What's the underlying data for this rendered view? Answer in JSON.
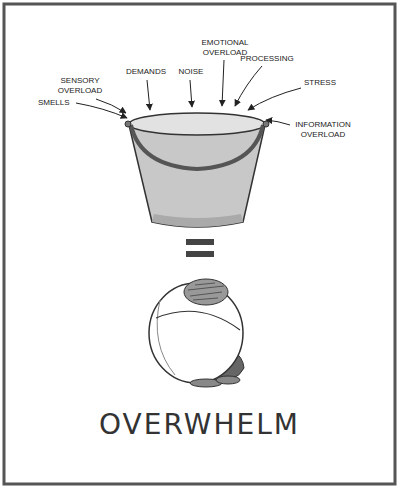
{
  "diagram": {
    "caption": "OVERWHELM",
    "labels": [
      "SMELLS",
      "SENSORY OVERLOAD",
      "DEMANDS",
      "NOISE",
      "EMOTIONAL OVERLOAD",
      "PROCESSING",
      "STRESS",
      "INFORMATION OVERLOAD"
    ]
  }
}
